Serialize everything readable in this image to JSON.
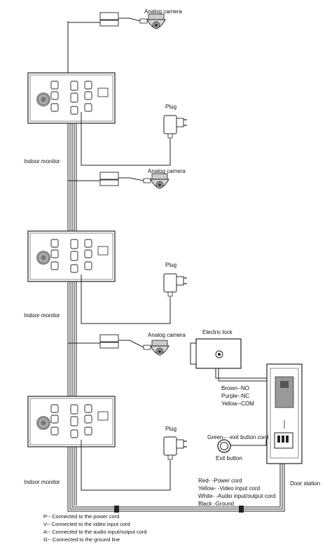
{
  "labels": {
    "analog_camera_1": "Analog camera",
    "analog_camera_2": "Analog camera",
    "analog_camera_3": "Analog camera",
    "plug_1": "Plug",
    "plug_2": "Plug",
    "plug_3": "Plug",
    "indoor_monitor_1": "Indoor monitor",
    "indoor_monitor_2": "Indoor monitor",
    "indoor_monitor_3": "Indoor monitor",
    "electric_lock": "Electric lock",
    "lock_wire_1": "Brown--NO",
    "lock_wire_2": "Purple--NC",
    "lock_wire_3": "Yellow--COM",
    "exit_button_cord": "Green-- -exit button cord",
    "exit_button": "Exit button",
    "door_station": "Door station"
  },
  "cord_notes": [
    "Red- -Power cord",
    "Yellow- -Video input cord",
    "White- -Audio input/output cord",
    "Black -Ground"
  ],
  "legend": [
    "P-- Connected to the power cord",
    "V-- Connected to the video input cord",
    "A-- Connected to the audio input/output cord",
    "G-- Connected to the ground line"
  ]
}
